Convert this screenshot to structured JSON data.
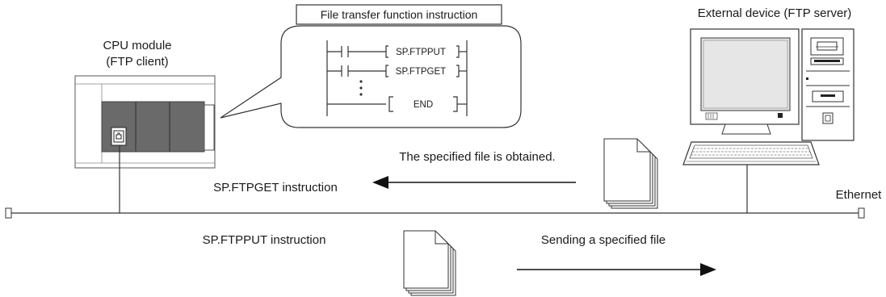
{
  "title_box": {
    "label": "File transfer function instruction"
  },
  "ladder": {
    "instructions": [
      "SP.FTPPUT",
      "SP.FTPGET"
    ],
    "end_label": "END"
  },
  "cpu": {
    "name": "CPU module",
    "role": "(FTP client)"
  },
  "server": {
    "name": "External device (FTP server)"
  },
  "network": {
    "label": "Ethernet"
  },
  "flows": {
    "get_instruction": "SP.FTPGET instruction",
    "get_result": "The specified file is obtained.",
    "put_instruction": "SP.FTPPUT instruction",
    "put_action": "Sending a specified file"
  },
  "colors": {
    "line": "#333333",
    "module_body": "#6a6a6a",
    "monitor_screen": "#e6e6e6",
    "frame": "#ffffff"
  }
}
